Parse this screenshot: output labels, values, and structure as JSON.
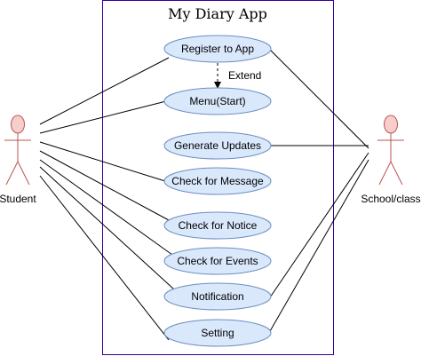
{
  "diagram": {
    "system": {
      "title": "My Diary App"
    },
    "actors": [
      {
        "id": "student",
        "label": "Student",
        "fill": "#f8cecc",
        "stroke": "#b85450"
      },
      {
        "id": "school",
        "label": "School/class",
        "fill": "#f8cecc",
        "stroke": "#b85450"
      }
    ],
    "use_cases": [
      {
        "id": "register",
        "label": "Register to App"
      },
      {
        "id": "menu",
        "label": "Menu(Start)"
      },
      {
        "id": "generate",
        "label": "Generate Updates"
      },
      {
        "id": "message",
        "label": "Check for Message"
      },
      {
        "id": "notice",
        "label": "Check for Notice"
      },
      {
        "id": "events",
        "label": "Check for Events"
      },
      {
        "id": "notification",
        "label": "Notification"
      },
      {
        "id": "setting",
        "label": "Setting"
      }
    ],
    "relations": [
      {
        "type": "extend",
        "label": "Extend",
        "from": "register",
        "to": "menu"
      }
    ],
    "colors": {
      "usecase_fill": "#dae8fc",
      "usecase_stroke": "#6c8ebf",
      "boundary_stroke": "#330099"
    }
  }
}
